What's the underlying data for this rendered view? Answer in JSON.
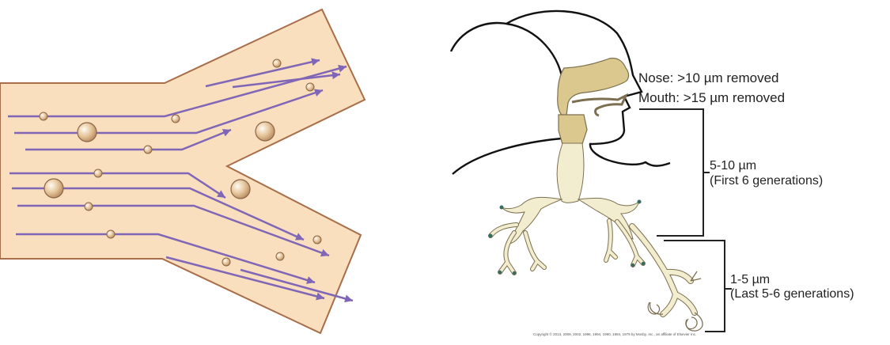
{
  "annotations": {
    "nose": "Nose: >10 µm removed",
    "mouth": "Mouth: >15 µm removed",
    "upper_range": "5-10 µm",
    "upper_generations": "(First 6 generations)",
    "lower_range": "1-5 µm",
    "lower_generations": "(Last 5-6 generations)"
  },
  "copyright": "Copyright © 2013, 2009, 2002, 1996, 1994, 1990, 1984, 1979 by Mosby, Inc., an affiliate of Elsevier Inc.",
  "colors": {
    "airway_fill": "#f9dfbd",
    "airway_outline": "#a86d49",
    "flow_arrow": "#7f66b6",
    "particle_fill": "#e5c59b",
    "particle_outline": "#8a6648",
    "head_outline": "#111111",
    "tract_fill": "#f2edcf",
    "nasal_fill": "#dbc88f",
    "tract_outline": "#7c6f4f",
    "bracket": "#222222"
  }
}
